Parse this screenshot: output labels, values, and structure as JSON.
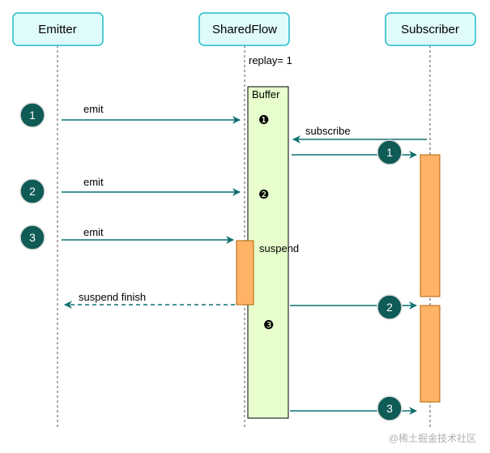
{
  "participants": {
    "emitter": "Emitter",
    "shared_flow": "SharedFlow",
    "subscriber": "Subscriber"
  },
  "shared_flow_config": {
    "replay_label": "replay= 1",
    "buffer_label": "Buffer",
    "suspend_label": "suspend"
  },
  "buffer_slots": [
    "❶",
    "❷",
    "❸"
  ],
  "messages": {
    "emit_1": "emit",
    "emit_2": "emit",
    "emit_3": "emit",
    "subscribe": "subscribe",
    "suspend_finish": "suspend finish"
  },
  "badges": {
    "emitter_1": "1",
    "emitter_2": "2",
    "emitter_3": "3",
    "subscriber_1": "1",
    "subscriber_2": "2",
    "subscriber_3": "3"
  },
  "watermark": "@稀土掘金技术社区",
  "colors": {
    "participant_fill": "#e0fbfb",
    "participant_stroke": "#22bbcc",
    "buffer_fill": "#e6ffcc",
    "activation_fill": "#ffb366",
    "activation_stroke": "#b46504",
    "arrow": "#0f7070",
    "badge_fill": "#0f5b56",
    "lifeline": "#555555"
  }
}
